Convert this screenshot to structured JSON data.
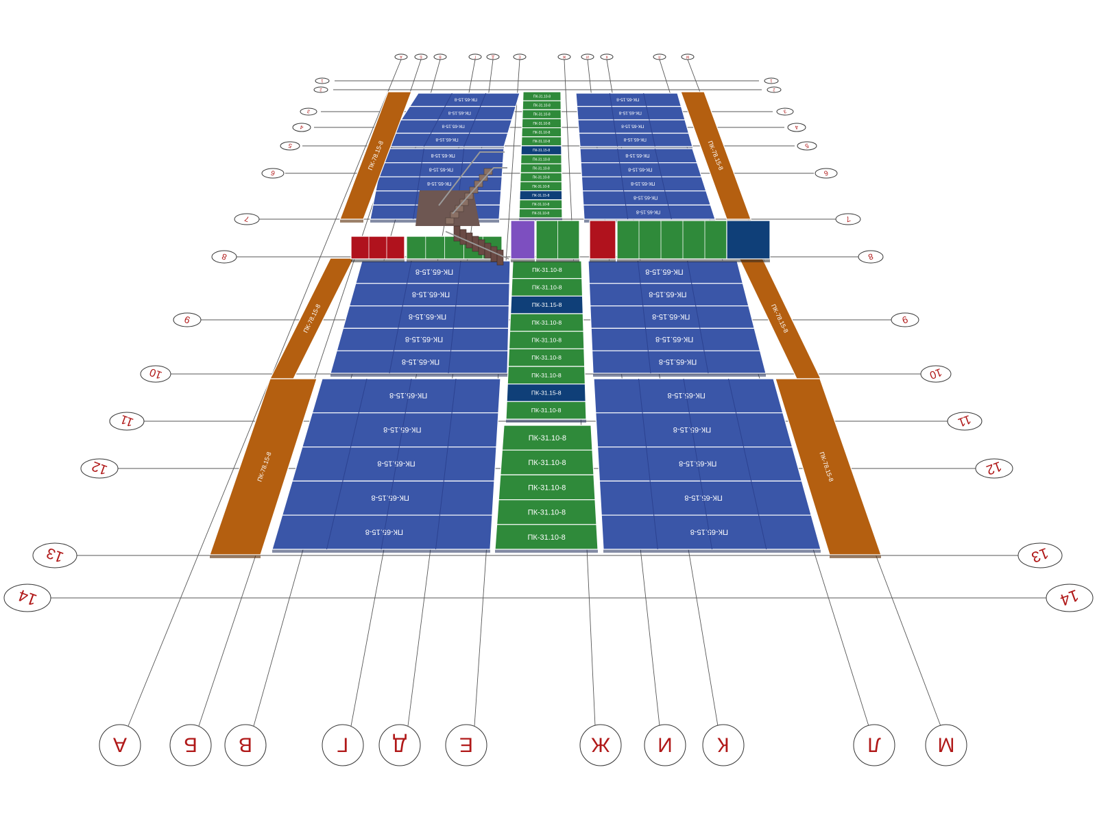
{
  "axes": {
    "letters": [
      "А",
      "Б",
      "В",
      "Г",
      "Д",
      "Е",
      "Ж",
      "И",
      "К",
      "Л",
      "М"
    ],
    "numbers": [
      "1",
      "2",
      "3",
      "4",
      "5",
      "6",
      "7",
      "8",
      "9",
      "10",
      "11",
      "12",
      "13",
      "14"
    ]
  },
  "colors": {
    "blue_slab": "#3a56a8",
    "green_slab": "#2f8a3a",
    "dark_blue_slab": "#0f3f78",
    "orange_slab": "#b45f10",
    "red_slab": "#b0121d",
    "purple_slab": "#7d4fc0",
    "stair": "#6e5752",
    "bubble_text": "#b01818",
    "line": "#555555"
  },
  "slabs": {
    "pk65": "ПК-65.15-8",
    "pk31_10": "ПК-31.10-8",
    "pk31_15": "ПК-31.15-8",
    "pk78": "ПК-78.15-8"
  }
}
